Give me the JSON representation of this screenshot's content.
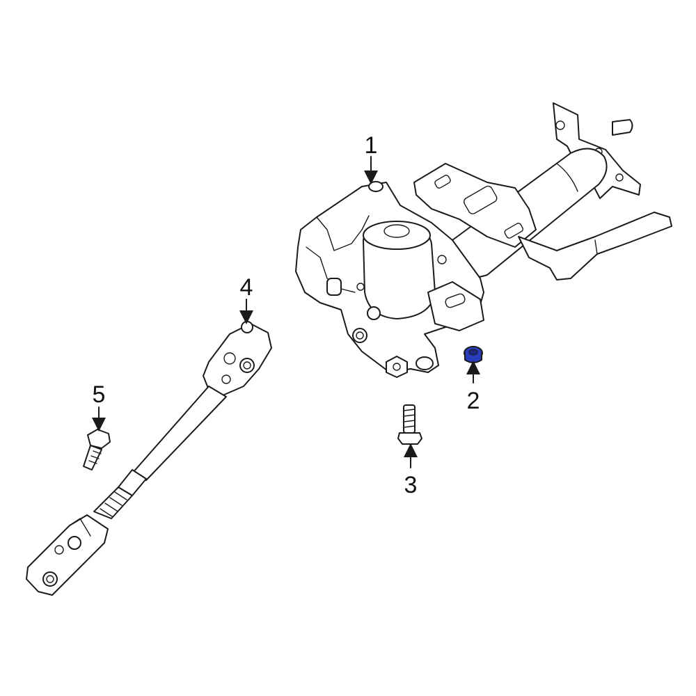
{
  "callouts": [
    {
      "id": "1",
      "label": "1"
    },
    {
      "id": "2",
      "label": "2"
    },
    {
      "id": "3",
      "label": "3"
    },
    {
      "id": "4",
      "label": "4"
    },
    {
      "id": "5",
      "label": "5"
    }
  ],
  "colors": {
    "line": "#1a1a1a",
    "highlight": "#2b3dbd",
    "background": "#ffffff"
  }
}
